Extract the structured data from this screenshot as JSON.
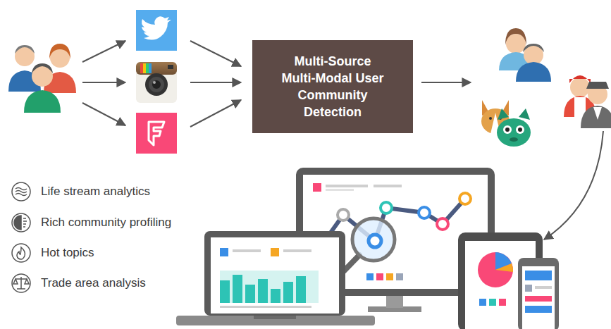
{
  "diagram": {
    "nodes": [
      {
        "text": [
          "Multi-Source Multi-Modal User Community Detection"
        ]
      }
    ],
    "labels": [
      "Life stream analytics",
      "Rich community profiling",
      "Hot topics",
      "Trade area analysis"
    ]
  }
}
